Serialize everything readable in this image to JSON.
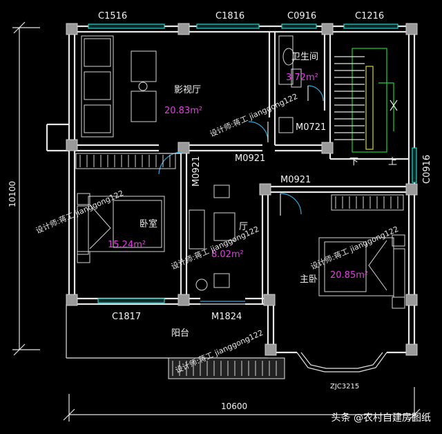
{
  "windows": {
    "c1516": "C1516",
    "c1816": "C1816",
    "c0916_top": "C0916",
    "c1216": "C1216",
    "c0916_right": "C0916",
    "c1817": "C1817",
    "zjc3215": "ZJC3215"
  },
  "doors": {
    "m0921_living": "M0921",
    "m0921_vertical": "M0921",
    "m0921_master": "M0921",
    "m0721": "M0721",
    "m1824": "M1824"
  },
  "rooms": {
    "theater": {
      "name": "影视厅",
      "area": "20.83m²"
    },
    "bathroom": {
      "name": "卫生间",
      "area": "3.72m²"
    },
    "bedroom": {
      "name": "卧室",
      "area": "15.24m²"
    },
    "hall": {
      "name": "厅",
      "area": "8.02m²"
    },
    "master": {
      "name": "主卧",
      "area": "20.85m²"
    },
    "balcony": {
      "name": "阳台"
    }
  },
  "stairs": {
    "down": "下",
    "up": "上"
  },
  "dimensions": {
    "width": "10600",
    "height": "10100"
  },
  "watermark": "设计师:蒋工 jianggong122",
  "credit": "头条 @农村自建房图纸",
  "colors": {
    "background": "#000000",
    "wall": "#e6e6e6",
    "window": "#2fd0c8",
    "area_text": "#e040e0",
    "stair_green": "#1fd23a"
  }
}
